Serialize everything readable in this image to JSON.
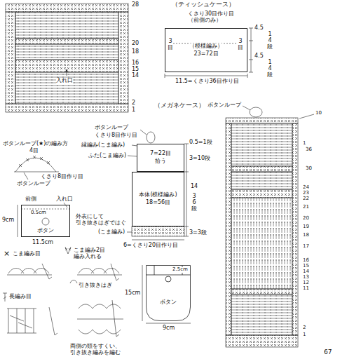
{
  "diagram": {
    "nodes": [
      {
        "text": [
          "（模様編み）",
          "23=72目"
        ]
      },
      {
        "text": [
          "7=22目",
          "拾う"
        ]
      },
      {
        "text": [
          "本体(模様編み)",
          "18=56目"
        ]
      },
      {
        "text": [
          "ボタン"
        ]
      },
      {
        "text": [
          "ボタン"
        ]
      }
    ],
    "labels": [
      "28",
      "20",
      "18",
      "16",
      "15",
      "14",
      "2",
      "1",
      "入れ口",
      "（ティッシュケース）",
      "くさり30目作り目 （前側のみ）",
      "3目",
      "3目",
      "11.5=くさり36目作り目",
      "4.5",
      "14段",
      "4.5",
      "14段",
      "ボタンループ(★)の編み方",
      "4目",
      "くさり8目作り目",
      "ボタンループ",
      "前側",
      "0.5cm",
      "入れ口",
      "9cm",
      "11.5cm",
      "外表にして 引き抜きはぎではぐ",
      "×",
      "こま編み目",
      "こま編み2目 編み入れる",
      "長編み目",
      "引き抜きはぎ",
      "両側の頭をすくい、 引き抜き編みを編む",
      "（メガネケース）",
      "ボタンループ",
      "くさり8目作り目",
      "縁編み(こま編み)",
      "ふた(こま編み)",
      "0.5=1段",
      "3=10段",
      "14",
      "36段",
      "(こま編み)",
      "3=3段",
      "6=くさり20目作り目",
      "2.5cm",
      "15cm",
      "9cm",
      "ボタンループ",
      "10",
      "1",
      "36",
      "30",
      "24",
      "23",
      "22",
      "21",
      "20",
      "19",
      "18",
      "17",
      "16",
      "15",
      "14",
      "13",
      "12",
      "11",
      "2",
      "1",
      "67"
    ]
  }
}
